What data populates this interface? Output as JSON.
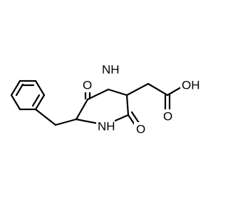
{
  "molecule": {
    "atom_labels": {
      "ring_nh_top": "NH",
      "ring_nh_bottom": "NH",
      "carbonyl_o_top": "O",
      "carbonyl_o_bottom": "O",
      "acid_oh": "OH",
      "acid_o": "O"
    },
    "colors": {
      "bond": "#000000",
      "label": "#000000",
      "background": "#ffffff"
    }
  }
}
